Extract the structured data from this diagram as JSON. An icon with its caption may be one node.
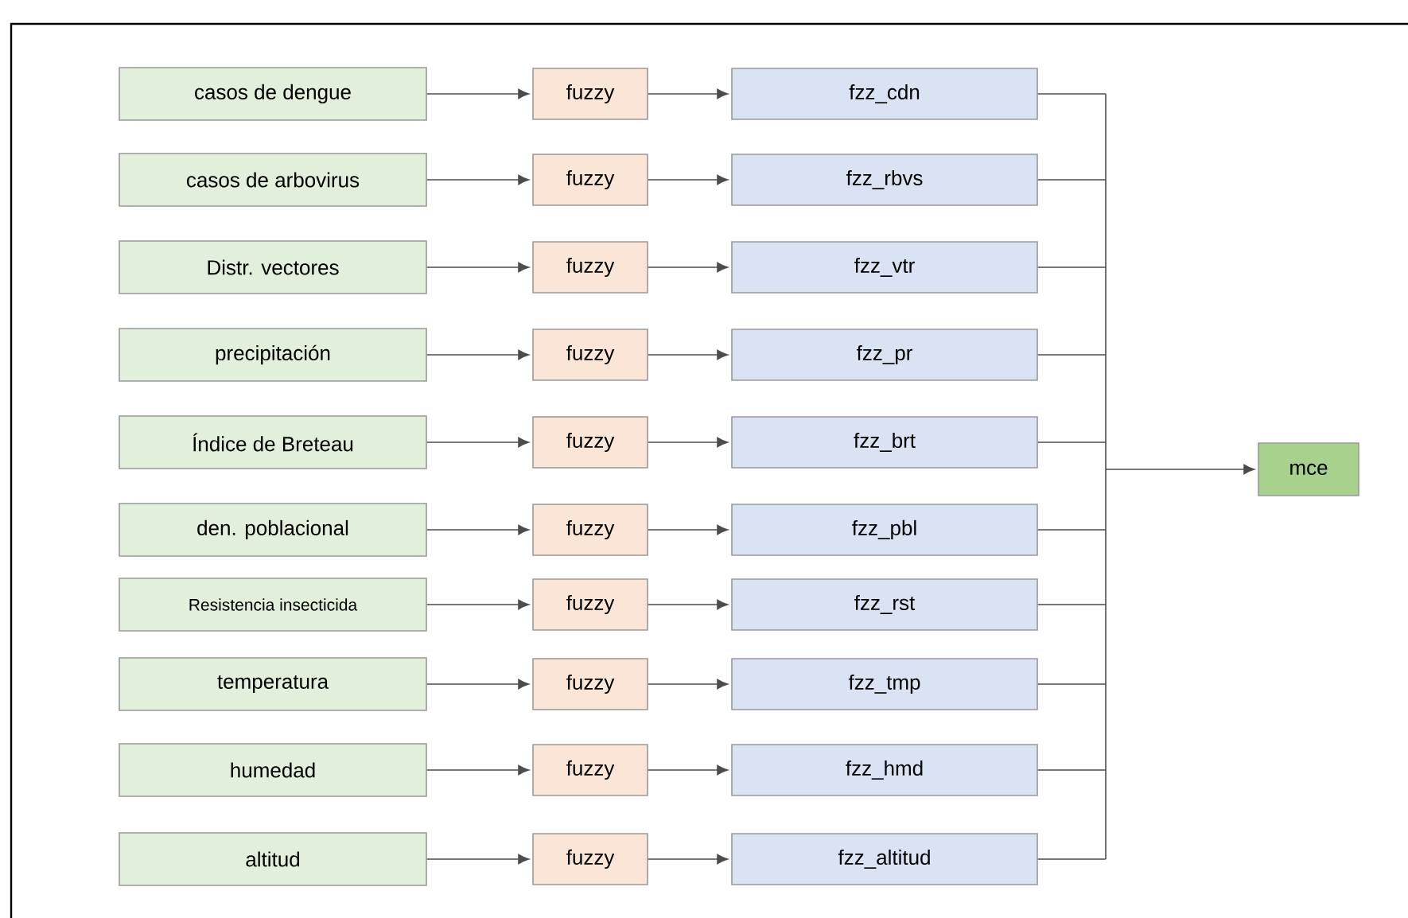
{
  "diagram": {
    "nodes": [
      {
        "text": [
          "casos de dengue"
        ]
      },
      {
        "text": [
          "casos de arbovirus"
        ]
      },
      {
        "text": [
          "Distr. vectores"
        ]
      },
      {
        "text": [
          "precipitación"
        ]
      },
      {
        "text": [
          "Índice de Breteau"
        ]
      },
      {
        "text": [
          "den. poblacional"
        ]
      },
      {
        "text": [
          "Resistencia insecticida"
        ]
      },
      {
        "text": [
          "temperatura"
        ]
      },
      {
        "text": [
          "humedad"
        ]
      },
      {
        "text": [
          "altitud"
        ]
      },
      {
        "text": [
          "fuzzy"
        ]
      },
      {
        "text": [
          "fuzzy"
        ]
      },
      {
        "text": [
          "fuzzy"
        ]
      },
      {
        "text": [
          "fuzzy"
        ]
      },
      {
        "text": [
          "fuzzy"
        ]
      },
      {
        "text": [
          "fuzzy"
        ]
      },
      {
        "text": [
          "fuzzy"
        ]
      },
      {
        "text": [
          "fuzzy"
        ]
      },
      {
        "text": [
          "fuzzy"
        ]
      },
      {
        "text": [
          "fuzzy"
        ]
      },
      {
        "text": [
          "fzz_cdn"
        ]
      },
      {
        "text": [
          "fzz_rbvs"
        ]
      },
      {
        "text": [
          "fzz_vtr"
        ]
      },
      {
        "text": [
          "fzz_pr"
        ]
      },
      {
        "text": [
          "fzz_brt"
        ]
      },
      {
        "text": [
          "fzz_pbl"
        ]
      },
      {
        "text": [
          "fzz_rst"
        ]
      },
      {
        "text": [
          "fzz_tmp"
        ]
      },
      {
        "text": [
          "fzz_hmd"
        ]
      },
      {
        "text": [
          "fzz_altitud"
        ]
      },
      {
        "text": [
          "mce"
        ]
      }
    ],
    "edges": [
      {
        "from": 0,
        "to": 10,
        "arrow": "to"
      },
      {
        "from": 1,
        "to": 11,
        "arrow": "to"
      },
      {
        "from": 2,
        "to": 12,
        "arrow": "to"
      },
      {
        "from": 3,
        "to": 13,
        "arrow": "to"
      },
      {
        "from": 4,
        "to": 14,
        "arrow": "to"
      },
      {
        "from": 5,
        "to": 15,
        "arrow": "to"
      },
      {
        "from": 6,
        "to": 16,
        "arrow": "to"
      },
      {
        "from": 7,
        "to": 17,
        "arrow": "to"
      },
      {
        "from": 8,
        "to": 18,
        "arrow": "to"
      },
      {
        "from": 9,
        "to": 19,
        "arrow": "to"
      },
      {
        "from": 10,
        "to": 20,
        "arrow": "to"
      },
      {
        "from": 11,
        "to": 21,
        "arrow": "to"
      },
      {
        "from": 12,
        "to": 22,
        "arrow": "to"
      },
      {
        "from": 13,
        "to": 23,
        "arrow": "to"
      },
      {
        "from": 14,
        "to": 24,
        "arrow": "to"
      },
      {
        "from": 15,
        "to": 25,
        "arrow": "to"
      },
      {
        "from": 16,
        "to": 26,
        "arrow": "to"
      },
      {
        "from": 17,
        "to": 27,
        "arrow": "to"
      },
      {
        "from": 18,
        "to": 28,
        "arrow": "to"
      },
      {
        "from": 19,
        "to": 29,
        "arrow": "to"
      },
      {
        "from": 20,
        "to": 30,
        "arrow": "to"
      },
      {
        "from": 21,
        "to": 30,
        "arrow": "to"
      },
      {
        "from": 22,
        "to": 30,
        "arrow": "to"
      },
      {
        "from": 23,
        "to": 30,
        "arrow": "to"
      },
      {
        "from": 24,
        "to": 30,
        "arrow": "to"
      },
      {
        "from": 25,
        "to": 30,
        "arrow": "to"
      },
      {
        "from": 26,
        "to": 30,
        "arrow": "to"
      },
      {
        "from": 27,
        "to": 30,
        "arrow": "to"
      },
      {
        "from": 28,
        "to": 30,
        "arrow": "to"
      },
      {
        "from": 29,
        "to": 30,
        "arrow": "to"
      }
    ]
  }
}
